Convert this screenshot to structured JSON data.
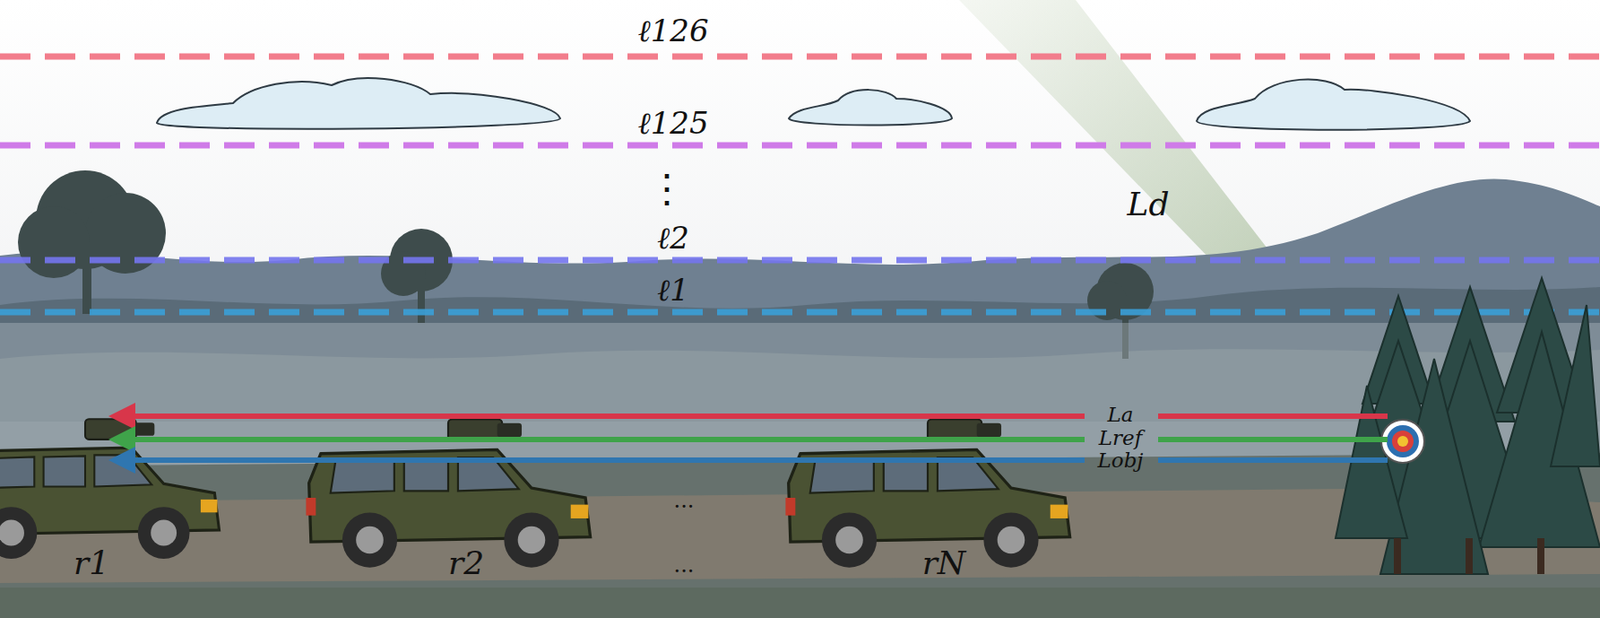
{
  "diagram": {
    "labels": [
      "ℓ126",
      "ℓ125",
      "⋮",
      "ℓ2",
      "ℓ1",
      "Ld",
      "La",
      "Lref",
      "Lobj",
      "r1",
      "r2",
      "...",
      "rN",
      "..."
    ]
  }
}
